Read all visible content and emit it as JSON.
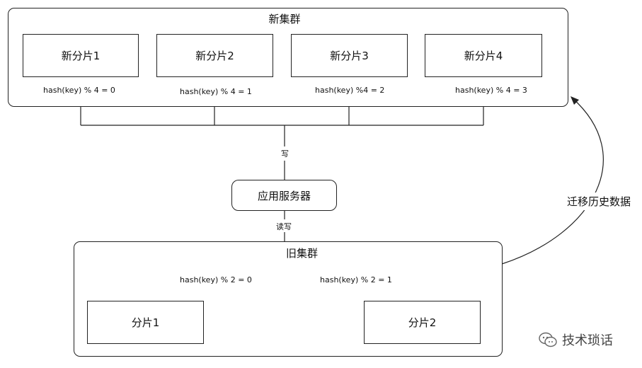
{
  "new_cluster": {
    "title": "新集群",
    "shards": [
      {
        "label": "新分片1",
        "hash_label": "hash(key) % 4 = 0"
      },
      {
        "label": "新分片2",
        "hash_label": "hash(key) % 4 = 1"
      },
      {
        "label": "新分片3",
        "hash_label": "hash(key) %4 = 2"
      },
      {
        "label": "新分片4",
        "hash_label": "hash(key) % 4 = 3"
      }
    ]
  },
  "write_label": "写",
  "app_server": "应用服务器",
  "read_write_label": "读写",
  "old_cluster": {
    "title": "旧集群",
    "shards": [
      {
        "label": "分片1",
        "hash_label": "hash(key) % 2 = 0"
      },
      {
        "label": "分片2",
        "hash_label": "hash(key) % 2 = 1"
      }
    ]
  },
  "migrate_label": "迁移历史数据",
  "watermark": "技术琐话"
}
